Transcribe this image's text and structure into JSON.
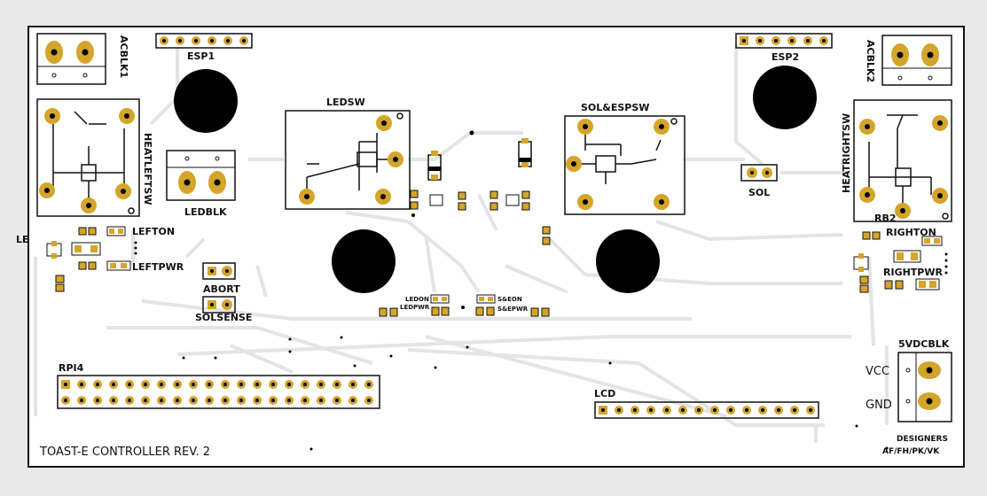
{
  "board": {
    "title": "TOAST-E CONTROLLER REV. 2",
    "designers_label": "DESIGNERS",
    "designers_names": "AF/FH/PK/VK"
  },
  "labels": {
    "acblk1": "ACBLK1",
    "acblk2": "ACBLK2",
    "esp1": "ESP1",
    "esp2": "ESP2",
    "heatleftsw": "HEATLEFTSW",
    "heatrightsw": "HEATRIGHTSW",
    "ledblk": "LEDBLK",
    "ledsw": "LEDSW",
    "solespsw": "SOL&ESPSW",
    "sol": "SOL",
    "rb2": "RB2",
    "lefton": "LEFTON",
    "leftpwr": "LEFTPWR",
    "le": "LE",
    "righton": "RIGHTON",
    "rightpwr": "RIGHTPWR",
    "abort": "ABORT",
    "solsense": "SOLSENSE",
    "ledon": "LEDON",
    "ledpwr": "LEDPWR",
    "seon": "S&EON",
    "sespwr": "S&EPWR",
    "rpi4": "RPI4",
    "lcd": "LCD",
    "vdcblk": "5VDCBLK",
    "vcc": "VCC",
    "gnd": "GND"
  }
}
